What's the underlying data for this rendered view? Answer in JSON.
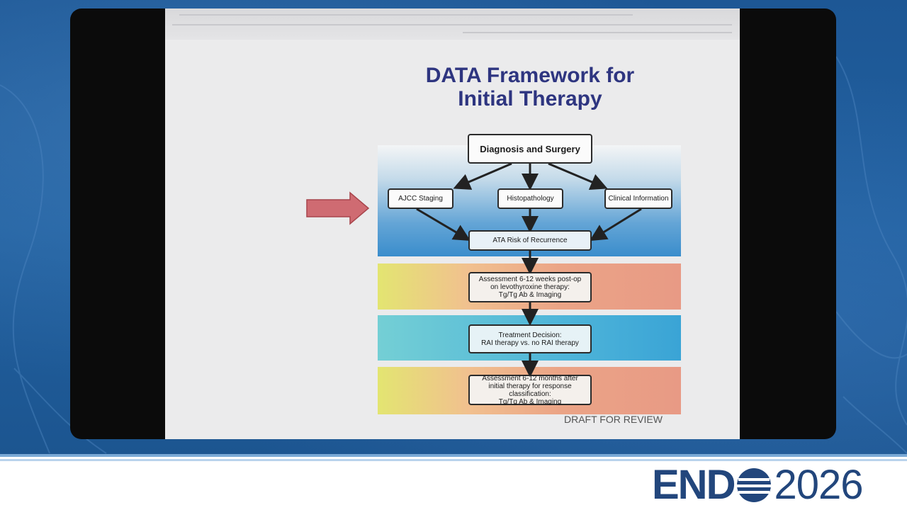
{
  "slide": {
    "title_line1": "DATA Framework for",
    "title_line2": "Initial Therapy",
    "draft_label": "DRAFT FOR REVIEW"
  },
  "flowchart": {
    "diagnosis": "Diagnosis and Surgery",
    "ajcc": "AJCC Staging",
    "histopathology": "Histopathology",
    "clinical": "Clinical Information",
    "ata_risk": "ATA Risk of Recurrence",
    "assessment_postop_l1": "Assessment 6-12 weeks post-op",
    "assessment_postop_l2": "on levothyroxine therapy:",
    "assessment_postop_l3": "Tg/Tg Ab & Imaging",
    "treatment_l1": "Treatment Decision:",
    "treatment_l2": "RAI therapy vs. no RAI therapy",
    "assessment_after_l1": "Assessment 6-12 months after",
    "assessment_after_l2": "initial therapy for response classification:",
    "assessment_after_l3": "Tg/Tg Ab & Imaging"
  },
  "footer": {
    "logo_brand": "END",
    "logo_year": "2026"
  },
  "colors": {
    "title": "#2e3580",
    "brand": "#22467c",
    "pointer_arrow": "#cf6b72"
  }
}
